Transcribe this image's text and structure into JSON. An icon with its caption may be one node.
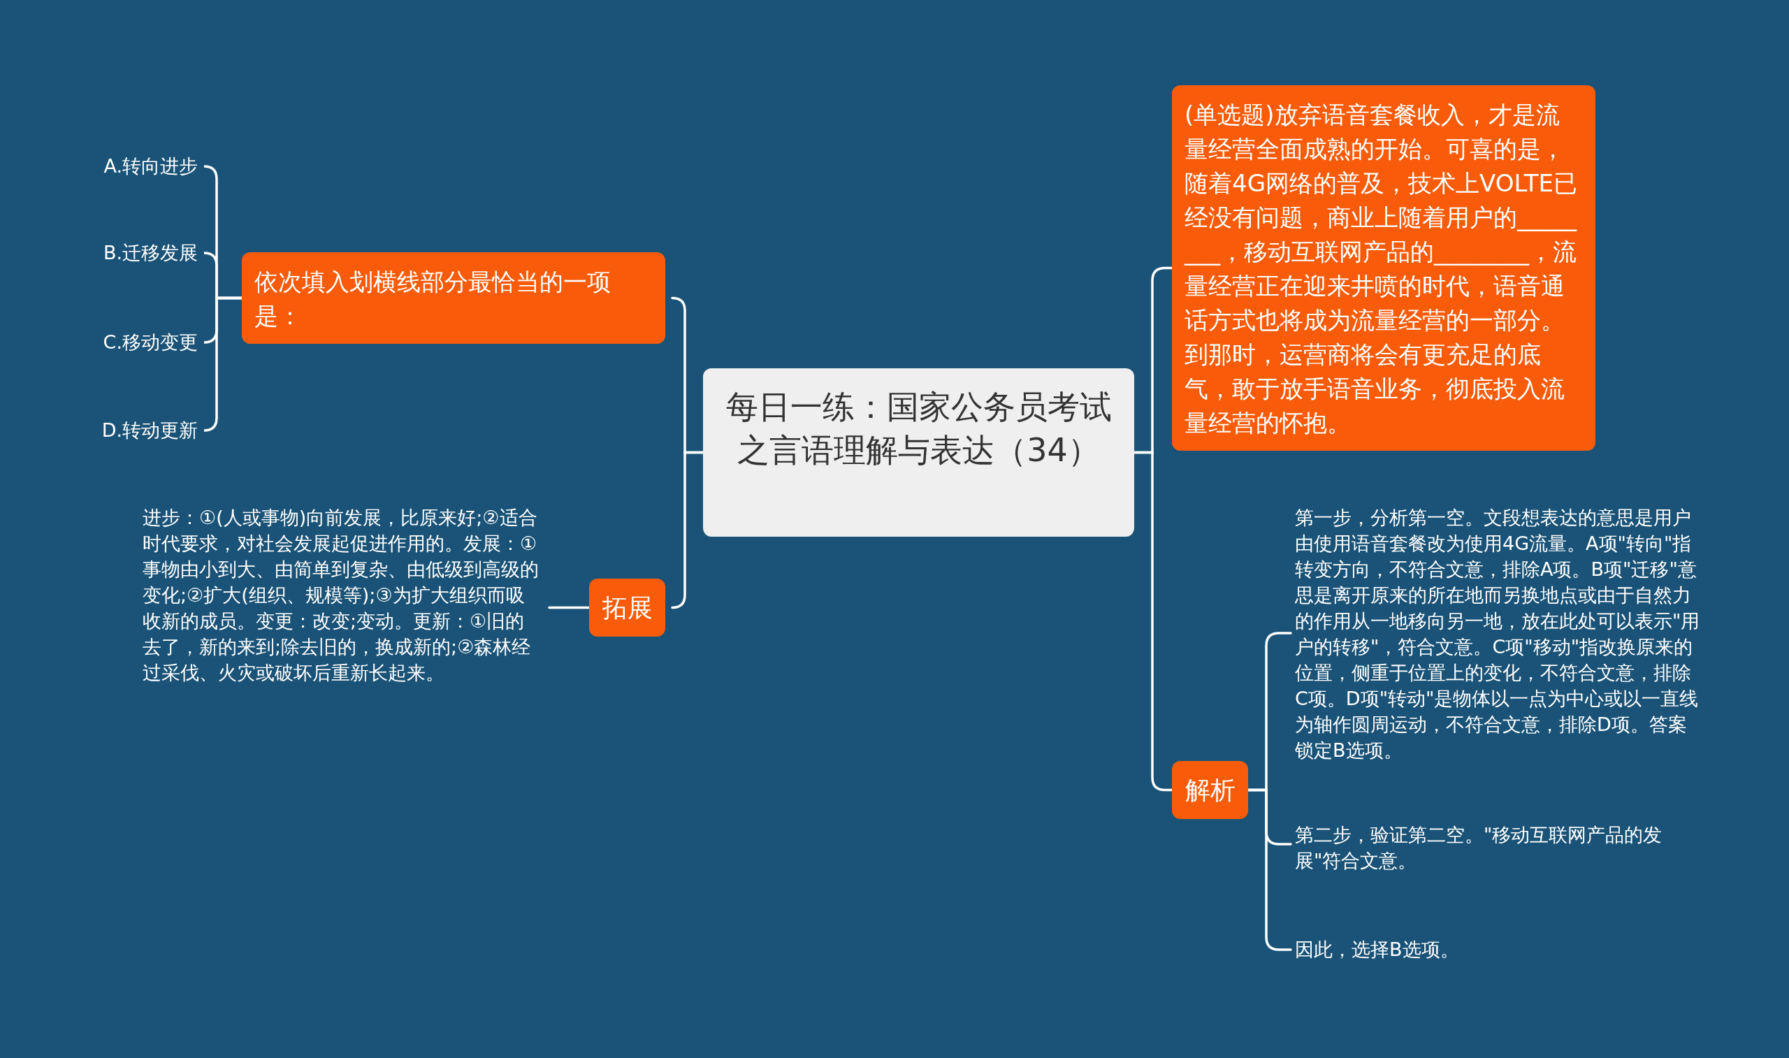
{
  "diagram": {
    "nodes": [
      {
        "text": [
          "每日一练：国家公务员考试之言语理解与表达（34）"
        ]
      },
      {
        "text": [
          "依次填入划横线部分最恰当的一项是："
        ]
      },
      {
        "text": [
          "A.转向进步"
        ]
      },
      {
        "text": [
          "B.迁移发展"
        ]
      },
      {
        "text": [
          "C.移动变更"
        ]
      },
      {
        "text": [
          "D.转动更新"
        ]
      },
      {
        "text": [
          "拓展"
        ]
      },
      {
        "text": [
          "进步：①(人或事物)向前发展，比原来好;②适合时代要求，对社会发展起促进作用的。发展：①事物由小到大、由简单到复杂、由低级到高级的变化;②扩大(组织、规模等);③为扩大组织而吸收新的成员。变更：改变;变动。更新：①旧的去了，新的来到;除去旧的，换成新的;②森林经过采伐、火灾或破坏后重新长起来。"
        ]
      },
      {
        "text": [
          "(单选题)放弃语音套餐收入，才是流量经营全面成熟的开始。可喜的是，随着4G网络的普及，技术上VOLTE已经没有问题，商业上随着用户的________，移动互联网产品的________，流量经营正在迎来井喷的时代，语音通话方式也将成为流量经营的一部分。到那时，运营商将会有更充足的底气，敢于放手语音业务，彻底投入流量经营的怀抱。"
        ]
      },
      {
        "text": [
          "解析"
        ]
      },
      {
        "text": [
          "第一步，分析第一空。文段想表达的意思是用户由使用语音套餐改为使用4G流量。A项\"转向\"指转变方向，不符合文意，排除A项。B项\"迁移\"意思是离开原来的所在地而另换地点或由于自然力的作用从一地移向另一地，放在此处可以表示\"用户的转移\"，符合文意。C项\"移动\"指改换原来的位置，侧重于位置上的变化，不符合文意，排除C项。D项\"转动\"是物体以一点为中心或以一直线为轴作圆周运动，不符合文意，排除D项。答案锁定B选项。"
        ]
      },
      {
        "text": [
          "第二步，验证第二空。\"移动互联网产品的发展\"符合文意。"
        ]
      },
      {
        "text": [
          "因此，选择B选项。"
        ]
      }
    ],
    "edges": [
      {
        "from": 0,
        "to": 1,
        "arrow": "none"
      },
      {
        "from": 1,
        "to": 2,
        "arrow": "none"
      },
      {
        "from": 1,
        "to": 3,
        "arrow": "none"
      },
      {
        "from": 1,
        "to": 4,
        "arrow": "none"
      },
      {
        "from": 1,
        "to": 5,
        "arrow": "none"
      },
      {
        "from": 0,
        "to": 6,
        "arrow": "none"
      },
      {
        "from": 6,
        "to": 7,
        "arrow": "none"
      },
      {
        "from": 0,
        "to": 8,
        "arrow": "none"
      },
      {
        "from": 0,
        "to": 9,
        "arrow": "none"
      },
      {
        "from": 9,
        "to": 10,
        "arrow": "none"
      },
      {
        "from": 9,
        "to": 11,
        "arrow": "none"
      },
      {
        "from": 9,
        "to": 12,
        "arrow": "none"
      }
    ]
  }
}
